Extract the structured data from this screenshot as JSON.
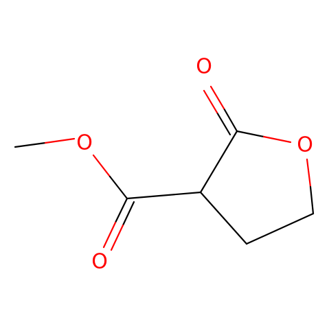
{
  "molecule": {
    "atoms": [
      {
        "id": "O1",
        "symbol": "O",
        "color": "#ff0000"
      },
      {
        "id": "O2",
        "symbol": "O",
        "color": "#ff0000"
      },
      {
        "id": "O3",
        "symbol": "O",
        "color": "#ff0000"
      },
      {
        "id": "O4",
        "symbol": "O",
        "color": "#ff0000"
      }
    ],
    "bond_color": "#000000",
    "heteroatom_color": "#ff0000"
  }
}
